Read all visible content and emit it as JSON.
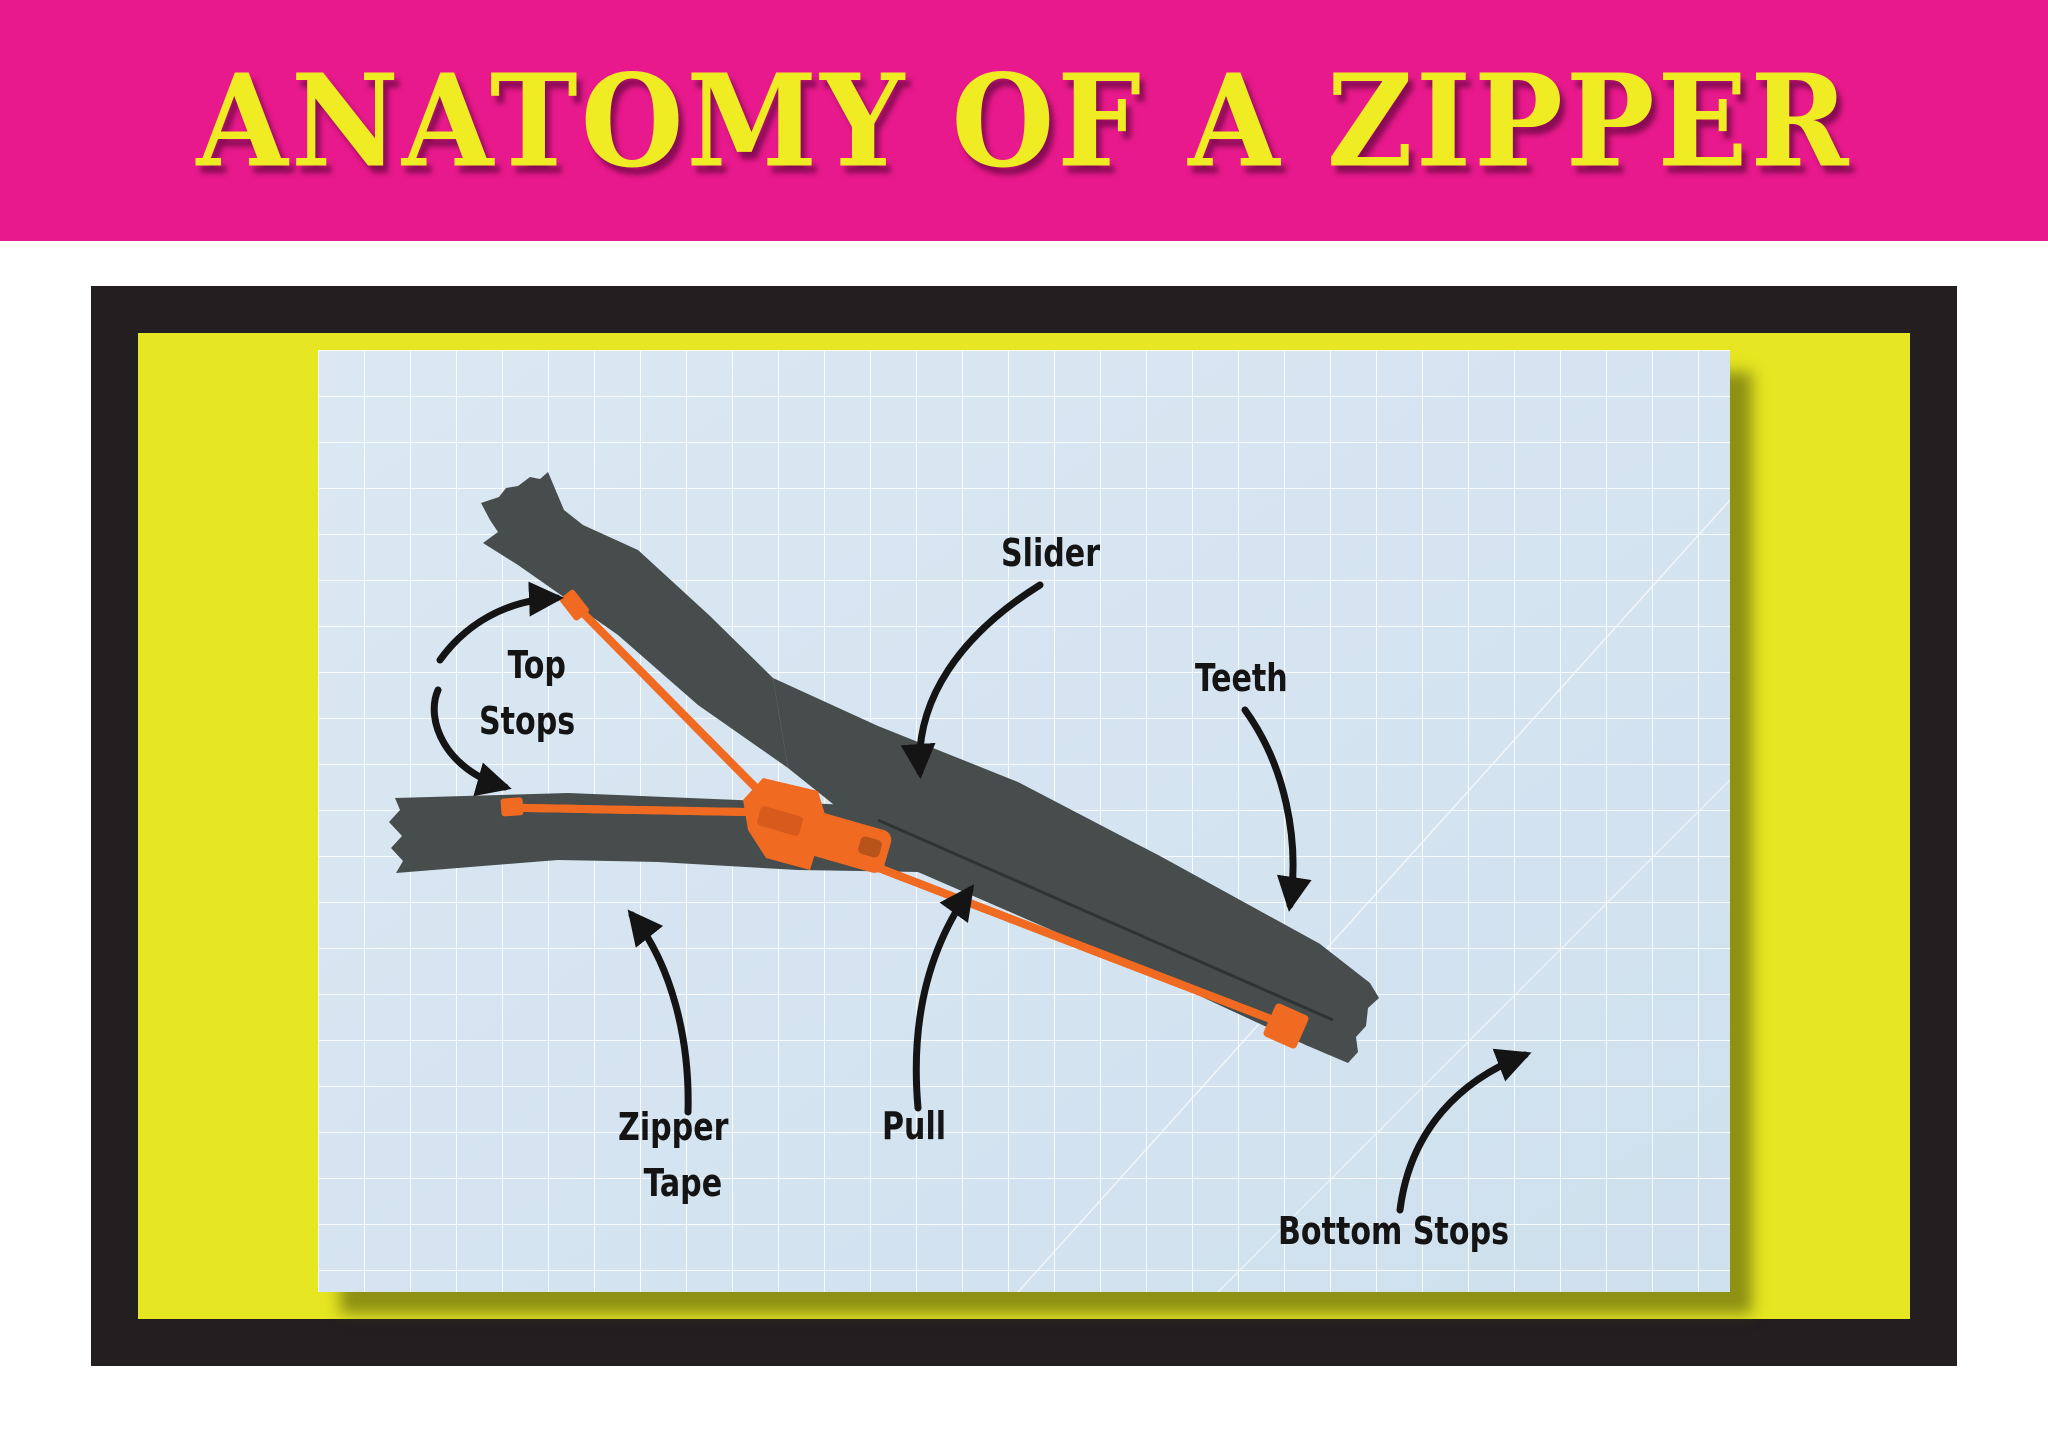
{
  "title": "ANATOMY OF A ZIPPER",
  "colors": {
    "banner": "#e8198c",
    "title_text": "#f0ec23",
    "frame_border": "#231f20",
    "frame_fill": "#e6e622",
    "mat": "#d8e6f1",
    "grid_line": "#ffffff",
    "zipper_tape": "#474d4c",
    "zipper_teeth": "#f06a22",
    "label_text": "#141414"
  },
  "labels": {
    "slider": "Slider",
    "teeth": "Teeth",
    "top_stops": [
      "Top",
      "Stops"
    ],
    "zipper_tape": [
      "Zipper",
      "Tape"
    ],
    "pull": "Pull",
    "bottom_stops": "Bottom Stops"
  }
}
